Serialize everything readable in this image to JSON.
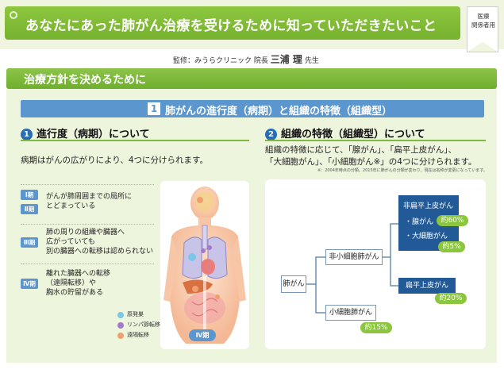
{
  "header": {
    "title": "あなたにあった肺がん治療を受けるために知っていただきたいこと",
    "badge": [
      "医療",
      "関係者用"
    ]
  },
  "supervisor": {
    "prefix": "監修：みうらクリニック 院長",
    "name": "三浦 理",
    "suffix": "先生"
  },
  "section": {
    "title": "治療方針を決めるために"
  },
  "topic": {
    "number": "1",
    "title": "肺がんの進行度（病期）と組織の特徴（組織型）"
  },
  "left": {
    "number": "1",
    "heading": "進行度（病期）について",
    "intro": "病期はがんの広がりにより、4つに分けられます。",
    "stages": [
      {
        "badge": "Ⅰ期",
        "text": ""
      },
      {
        "badge": "Ⅱ期",
        "text": ""
      },
      {
        "badge": "Ⅲ期",
        "text": ""
      },
      {
        "badge": "Ⅳ期",
        "text": ""
      }
    ],
    "desc12": [
      "がんが肺周囲までの局所に",
      "とどまっている"
    ],
    "desc3": [
      "肺の周りの組織や臓器へ",
      "広がっていても",
      "別の臓器への転移は認められない"
    ],
    "desc4": [
      "離れた臓器への転移",
      "（遠隔転移）や",
      "胸水の貯留がある"
    ],
    "legend": [
      "原発巣",
      "リンパ節転移",
      "遠隔転移"
    ],
    "stage_tag": "Ⅳ期"
  },
  "right": {
    "number": "2",
    "heading": "組織の特徴（組織型）について",
    "intro": [
      "組織の特徴に応じて、「腺がん」、「扁平上皮がん」、",
      "「大細胞がん」、「小細胞がん※」の4つに分けられます。"
    ],
    "note": "※：2004年時点の分類。2015年に肺がんの分類が変わり、現在は名称が変更になっています。",
    "tree": {
      "root": "肺がん",
      "nsclc": "非小細胞肺がん",
      "sclc": "小細胞肺がん",
      "sclc_pct": "約15%",
      "non_squamous": "非扁平上皮がん",
      "adeno": "・腺がん",
      "adeno_pct": "約60%",
      "large": "・大細胞がん",
      "large_pct": "約5%",
      "squamous": "扁平上皮がん",
      "squamous_pct": "約20%"
    }
  },
  "colors": {
    "green": "#8cc63f",
    "blue": "#5b96cf",
    "dark_blue": "#215a96",
    "panel": "#eef5dd",
    "legend_primary": "#7cc7e8",
    "legend_lymph": "#a579c9",
    "legend_distant": "#f0a070"
  }
}
